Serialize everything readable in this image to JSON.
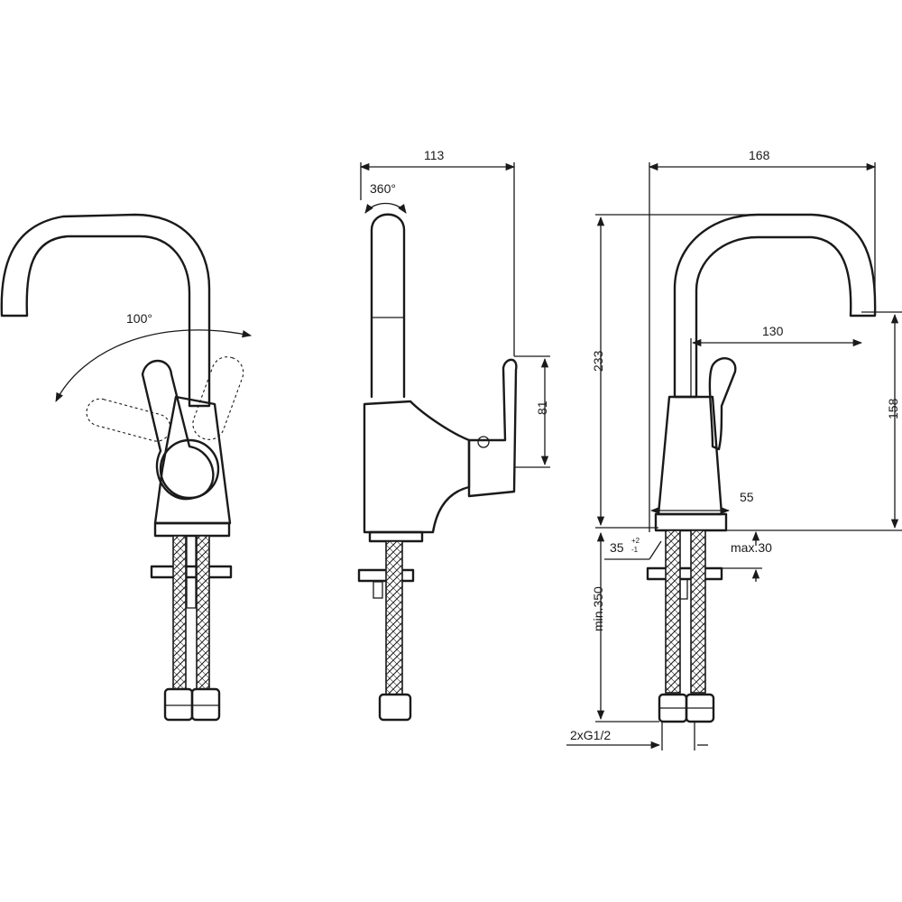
{
  "colors": {
    "line": "#1a1a1a",
    "background": "#ffffff"
  },
  "front_view": {
    "lever_swing_label": "100°"
  },
  "side_view": {
    "depth_label": "113",
    "swivel_label": "360°",
    "lever_height_label": "81"
  },
  "dimension_view": {
    "width_label": "168",
    "total_height_label": "233",
    "spout_reach_label": "130",
    "spout_height_label": "158",
    "base_diameter_label": "55",
    "hole_label": "35",
    "hole_tolerance_upper": "+2",
    "hole_tolerance_lower": "-1",
    "deck_thickness_label": "max.30",
    "hose_length_label": "min.350",
    "connection_label": "2xG1/2"
  }
}
